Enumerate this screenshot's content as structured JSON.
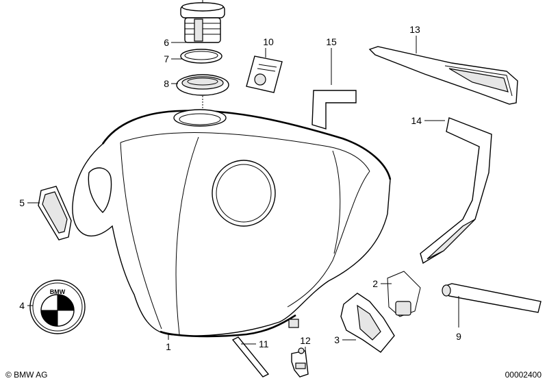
{
  "callouts": {
    "c1": "1",
    "c2": "2",
    "c3": "3",
    "c4": "4",
    "c5": "5",
    "c6": "6",
    "c7": "7",
    "c8": "8",
    "c9": "9",
    "c10": "10",
    "c11": "11",
    "c12": "12",
    "c13": "13",
    "c14": "14",
    "c15": "15"
  },
  "footer": {
    "copyright": "© BMW AG",
    "reference": "00002400"
  },
  "emblem_letters": "BMW"
}
